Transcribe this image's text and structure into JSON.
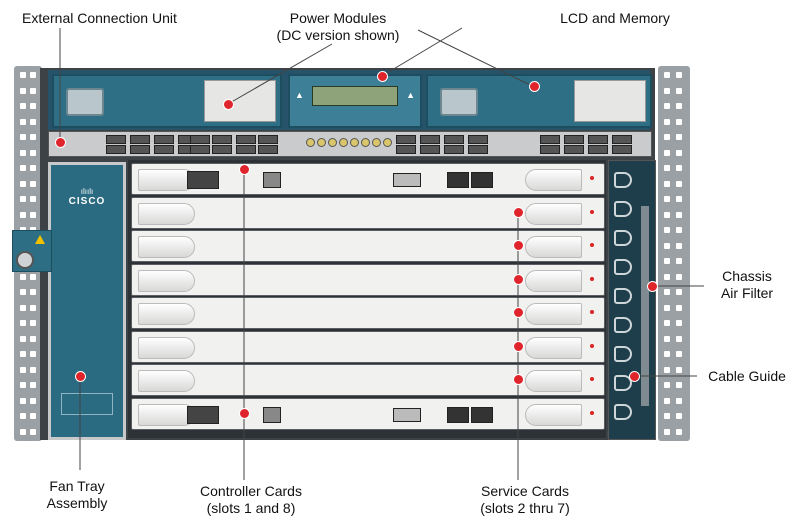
{
  "labels": {
    "external_connection_unit": "External Connection Unit",
    "power_modules_line1": "Power Modules",
    "power_modules_line2": "(DC version shown)",
    "lcd_memory": "LCD and Memory",
    "chassis_air_filter_line1": "Chassis",
    "chassis_air_filter_line2": "Air Filter",
    "cable_guide": "Cable Guide",
    "fan_tray_line1": "Fan Tray",
    "fan_tray_line2": "Assembly",
    "controller_cards_line1": "Controller Cards",
    "controller_cards_line2": "(slots 1 and 8)",
    "service_cards_line1": "Service Cards",
    "service_cards_line2": "(slots 2 thru 7)"
  },
  "device": {
    "brand": "CISCO"
  },
  "colors": {
    "callout_dot": "#e0242b",
    "chassis_teal": "#2f6f86",
    "chassis_dark": "#3d4247",
    "rail_gray": "#9aa0a4"
  },
  "card_slots": {
    "controller": [
      1,
      8
    ],
    "service": [
      2,
      3,
      4,
      5,
      6,
      7
    ]
  }
}
